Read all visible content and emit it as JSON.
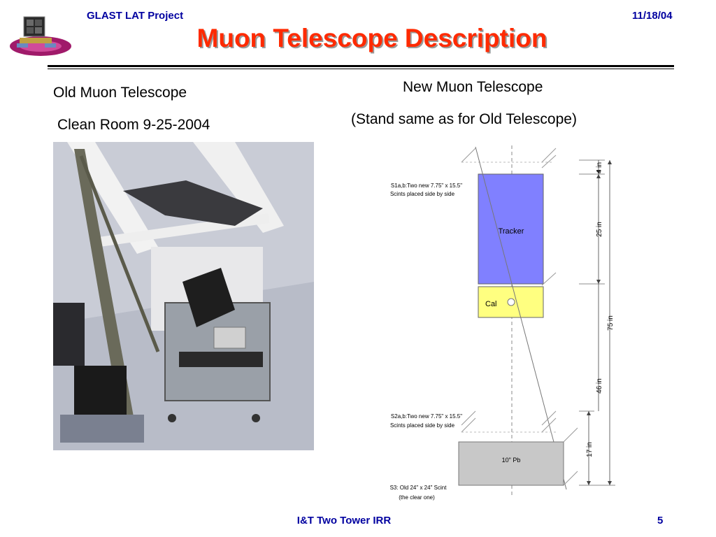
{
  "header": {
    "project": "GLAST LAT Project",
    "date": "11/18/04"
  },
  "title": "Muon Telescope Description",
  "left": {
    "heading": "Old Muon Telescope",
    "subheading": "Clean Room 9-25-2004"
  },
  "right": {
    "heading": "New Muon Telescope",
    "subheading": "(Stand same as for Old Telescope)"
  },
  "diagram": {
    "s1_label_1": "S1a,b:Two new 7.75\" x 15.5\"",
    "s1_label_2": "Scints placed side by side",
    "tracker_label": "Tracker",
    "cal_label": "Cal",
    "s2_label_1": "S2a,b:Two new 7.75\" x 15.5\"",
    "s2_label_2": "Scints placed side by side",
    "pb_label": "10\" Pb",
    "s3_label_1": "S3: Old 24\" x 24\" Scint",
    "s3_label_2": "(the clear one)",
    "dim_4": "4 in",
    "dim_25": "25 in",
    "dim_75": "75 in",
    "dim_46": "46 in",
    "dim_17": "17 in",
    "colors": {
      "tracker": "#8080ff",
      "cal": "#ffff80",
      "pb": "#c8c8c8"
    }
  },
  "footer": {
    "center": "I&T Two Tower IRR",
    "page": "5"
  }
}
